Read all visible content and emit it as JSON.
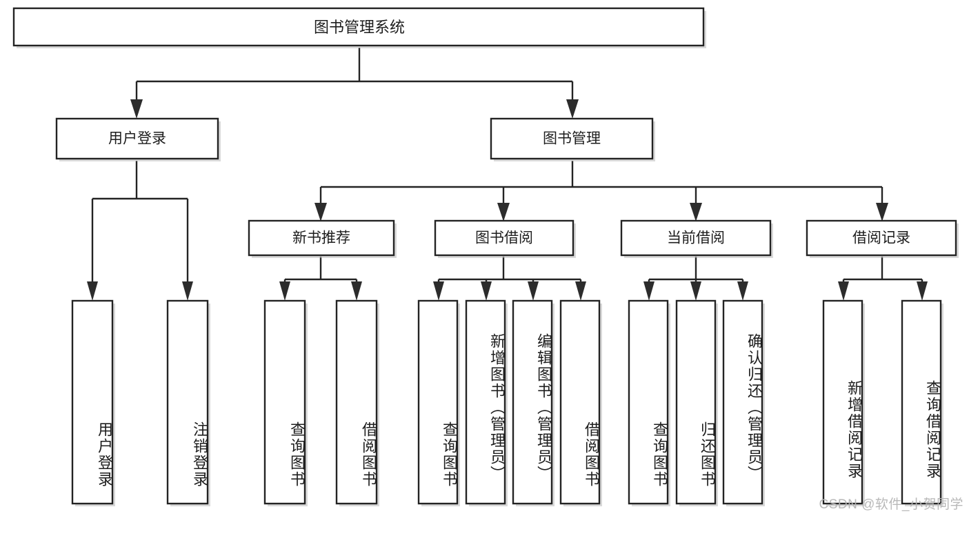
{
  "diagram": {
    "type": "tree-hierarchy",
    "title_node": {
      "id": "root",
      "label": "图书管理系统"
    },
    "level2": [
      {
        "id": "user-login",
        "label": "用户登录"
      },
      {
        "id": "book-management",
        "label": "图书管理"
      }
    ],
    "level3": [
      {
        "id": "new-book-recommend",
        "label": "新书推荐"
      },
      {
        "id": "book-borrow",
        "label": "图书借阅"
      },
      {
        "id": "current-borrow",
        "label": "当前借阅"
      },
      {
        "id": "borrow-record",
        "label": "借阅记录"
      }
    ],
    "leaves": [
      {
        "id": "leaf-user-login",
        "label": "用户登录",
        "parent": "user-login"
      },
      {
        "id": "leaf-logout-login",
        "label": "注销登录",
        "parent": "user-login"
      },
      {
        "id": "leaf-query-book-1",
        "label": "查询图书",
        "parent": "new-book-recommend"
      },
      {
        "id": "leaf-borrow-book-1",
        "label": "借阅图书",
        "parent": "new-book-recommend"
      },
      {
        "id": "leaf-query-book-2",
        "label": "查询图书",
        "parent": "book-borrow"
      },
      {
        "id": "leaf-add-book",
        "label": "新增图书（管理员）",
        "parent": "book-borrow"
      },
      {
        "id": "leaf-edit-book",
        "label": "编辑图书（管理员）",
        "parent": "book-borrow"
      },
      {
        "id": "leaf-borrow-book-2",
        "label": "借阅图书",
        "parent": "book-borrow"
      },
      {
        "id": "leaf-query-book-3",
        "label": "查询图书",
        "parent": "current-borrow"
      },
      {
        "id": "leaf-return-book",
        "label": "归还图书",
        "parent": "current-borrow"
      },
      {
        "id": "leaf-confirm-return",
        "label": "确认归还（管理员）",
        "parent": "current-borrow"
      },
      {
        "id": "leaf-add-record",
        "label": "新增借阅记录",
        "parent": "borrow-record"
      },
      {
        "id": "leaf-query-record",
        "label": "查询借阅记录",
        "parent": "borrow-record"
      }
    ]
  },
  "watermark": {
    "text": "CSDN @软件_小贺同学"
  },
  "colors": {
    "box_border": "#232323",
    "box_fill": "#ffffff",
    "connector": "#232323",
    "text": "#1d1d1d",
    "watermark": "#b5b5b5",
    "background": "#ffffff"
  }
}
